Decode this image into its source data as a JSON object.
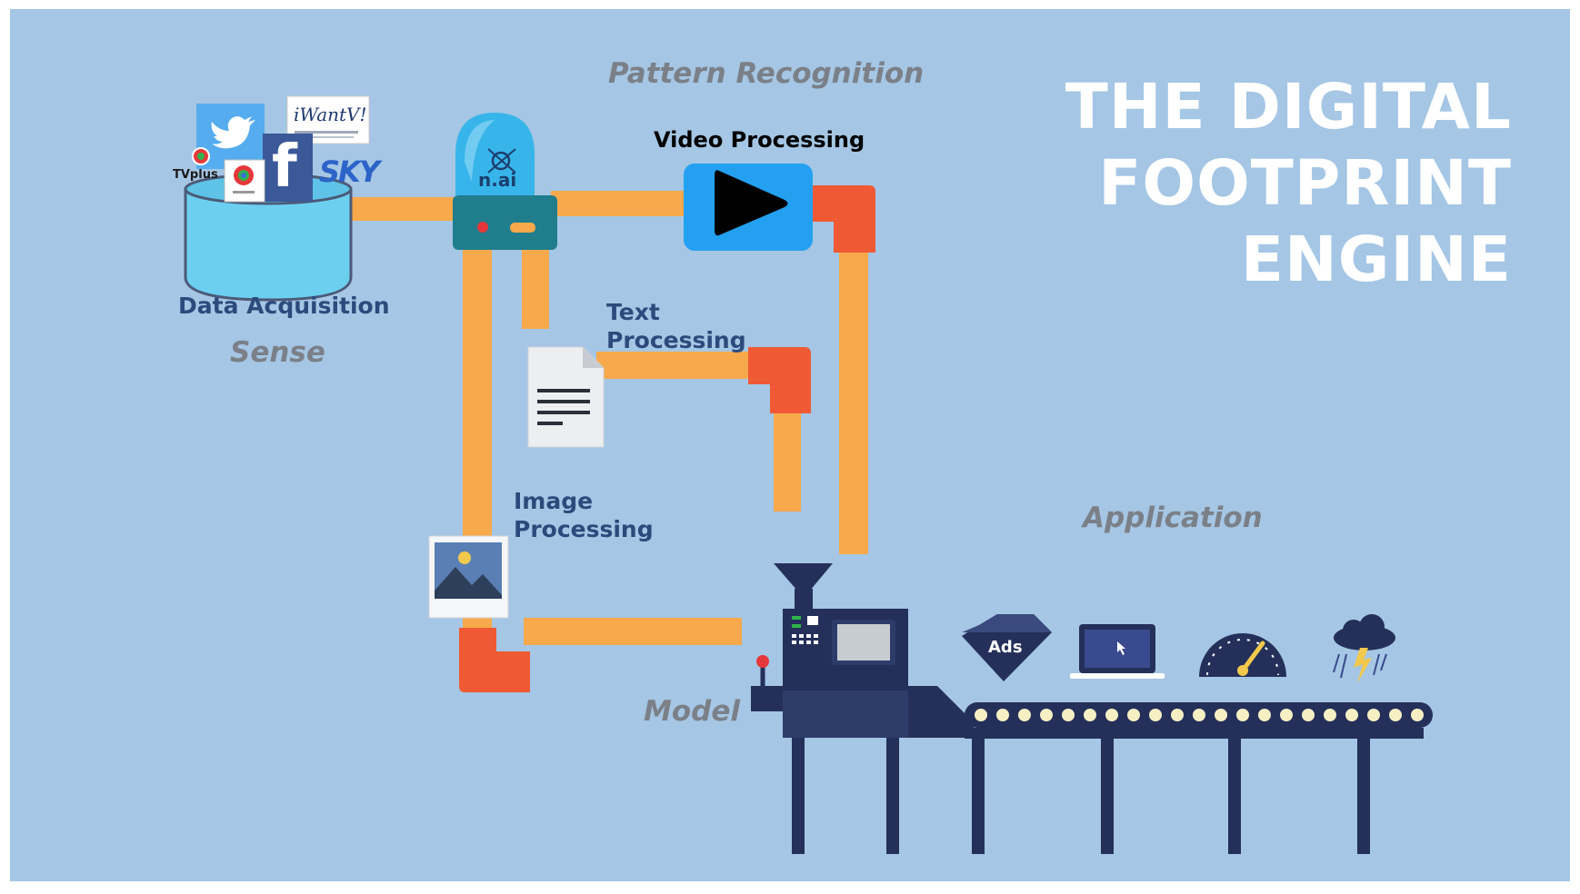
{
  "title": {
    "line1": "THE DIGITAL",
    "line2": "FOOTPRINT",
    "line3": "ENGINE"
  },
  "stages": {
    "pattern_recognition": "Pattern Recognition",
    "sense": "Sense",
    "model": "Model",
    "application": "Application"
  },
  "processing": {
    "data_acquisition": "Data Acquisition",
    "video": "Video Processing",
    "text_line1": "Text",
    "text_line2": "Processing",
    "image_line1": "Image",
    "image_line2": "Processing"
  },
  "source_logos": {
    "facebook": "f",
    "sky": "SKY",
    "tvplus": "TVplus",
    "iwantv": "iWantV!",
    "nai": "n.ai"
  },
  "applications": {
    "ads": "Ads"
  },
  "colors": {
    "background": "#a5c6e4",
    "pipe": "#f7a94b",
    "elbow": "#ef5a34",
    "machine": "#24305a",
    "title": "#ffffff",
    "stage_label": "#7b8088",
    "process_label": "#2d4a7c"
  }
}
